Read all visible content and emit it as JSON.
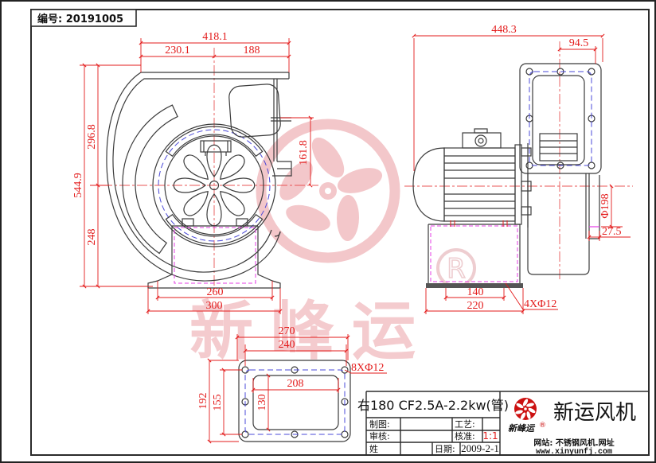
{
  "sheet": {
    "serial": "编号: 20191005"
  },
  "front_view": {
    "width_total": "418.1",
    "width_left": "230.1",
    "width_right": "188",
    "height_total": "544.9",
    "height_upper": "296.8",
    "height_lower": "248",
    "outlet_height": "161.8",
    "base_feet_span": "260",
    "base_width": "300"
  },
  "side_view": {
    "width_total": "448.3",
    "flange_half_width": "94.5",
    "inlet_diameter": "Φ198",
    "inlet_depth": "27.5",
    "base_hole_spacing": "140",
    "base_width": "220",
    "base_holes_note": "4XΦ12"
  },
  "flange_view": {
    "outer_width": "270",
    "bolt_spacing_width": "240",
    "holes_note": "8XΦ12",
    "opening_width": "208",
    "opening_height": "130",
    "outer_height": "192",
    "bolt_spacing_height": "155"
  },
  "title_block": {
    "model": "右180 CF2.5A-2.2kw(管)",
    "drafted_label": "制图:",
    "checked_label": "审核:",
    "name_label": "姓",
    "process_label": "工艺:",
    "approved_label": "核准:",
    "scale": "1:1",
    "date_label": "日期:",
    "date": "2009-2-1",
    "brand": "新运风机",
    "brand_sub": "新峰运",
    "reg_mark": "®",
    "website": "网站: 不锈钢风机.网址",
    "url": "www.xinyunfj.com"
  },
  "watermark": {
    "brand": "新峰运",
    "registered": "R"
  },
  "colors": {
    "dimension_red": "#e31b1b",
    "centerline_red": "#e85555",
    "bolt_circle_blue": "#4a48d8",
    "phantom_magenta": "#e63ce6",
    "watermark_pink": "#f3c7ca",
    "line_dark": "#3b3b3b",
    "logo_red": "#cc1111"
  }
}
